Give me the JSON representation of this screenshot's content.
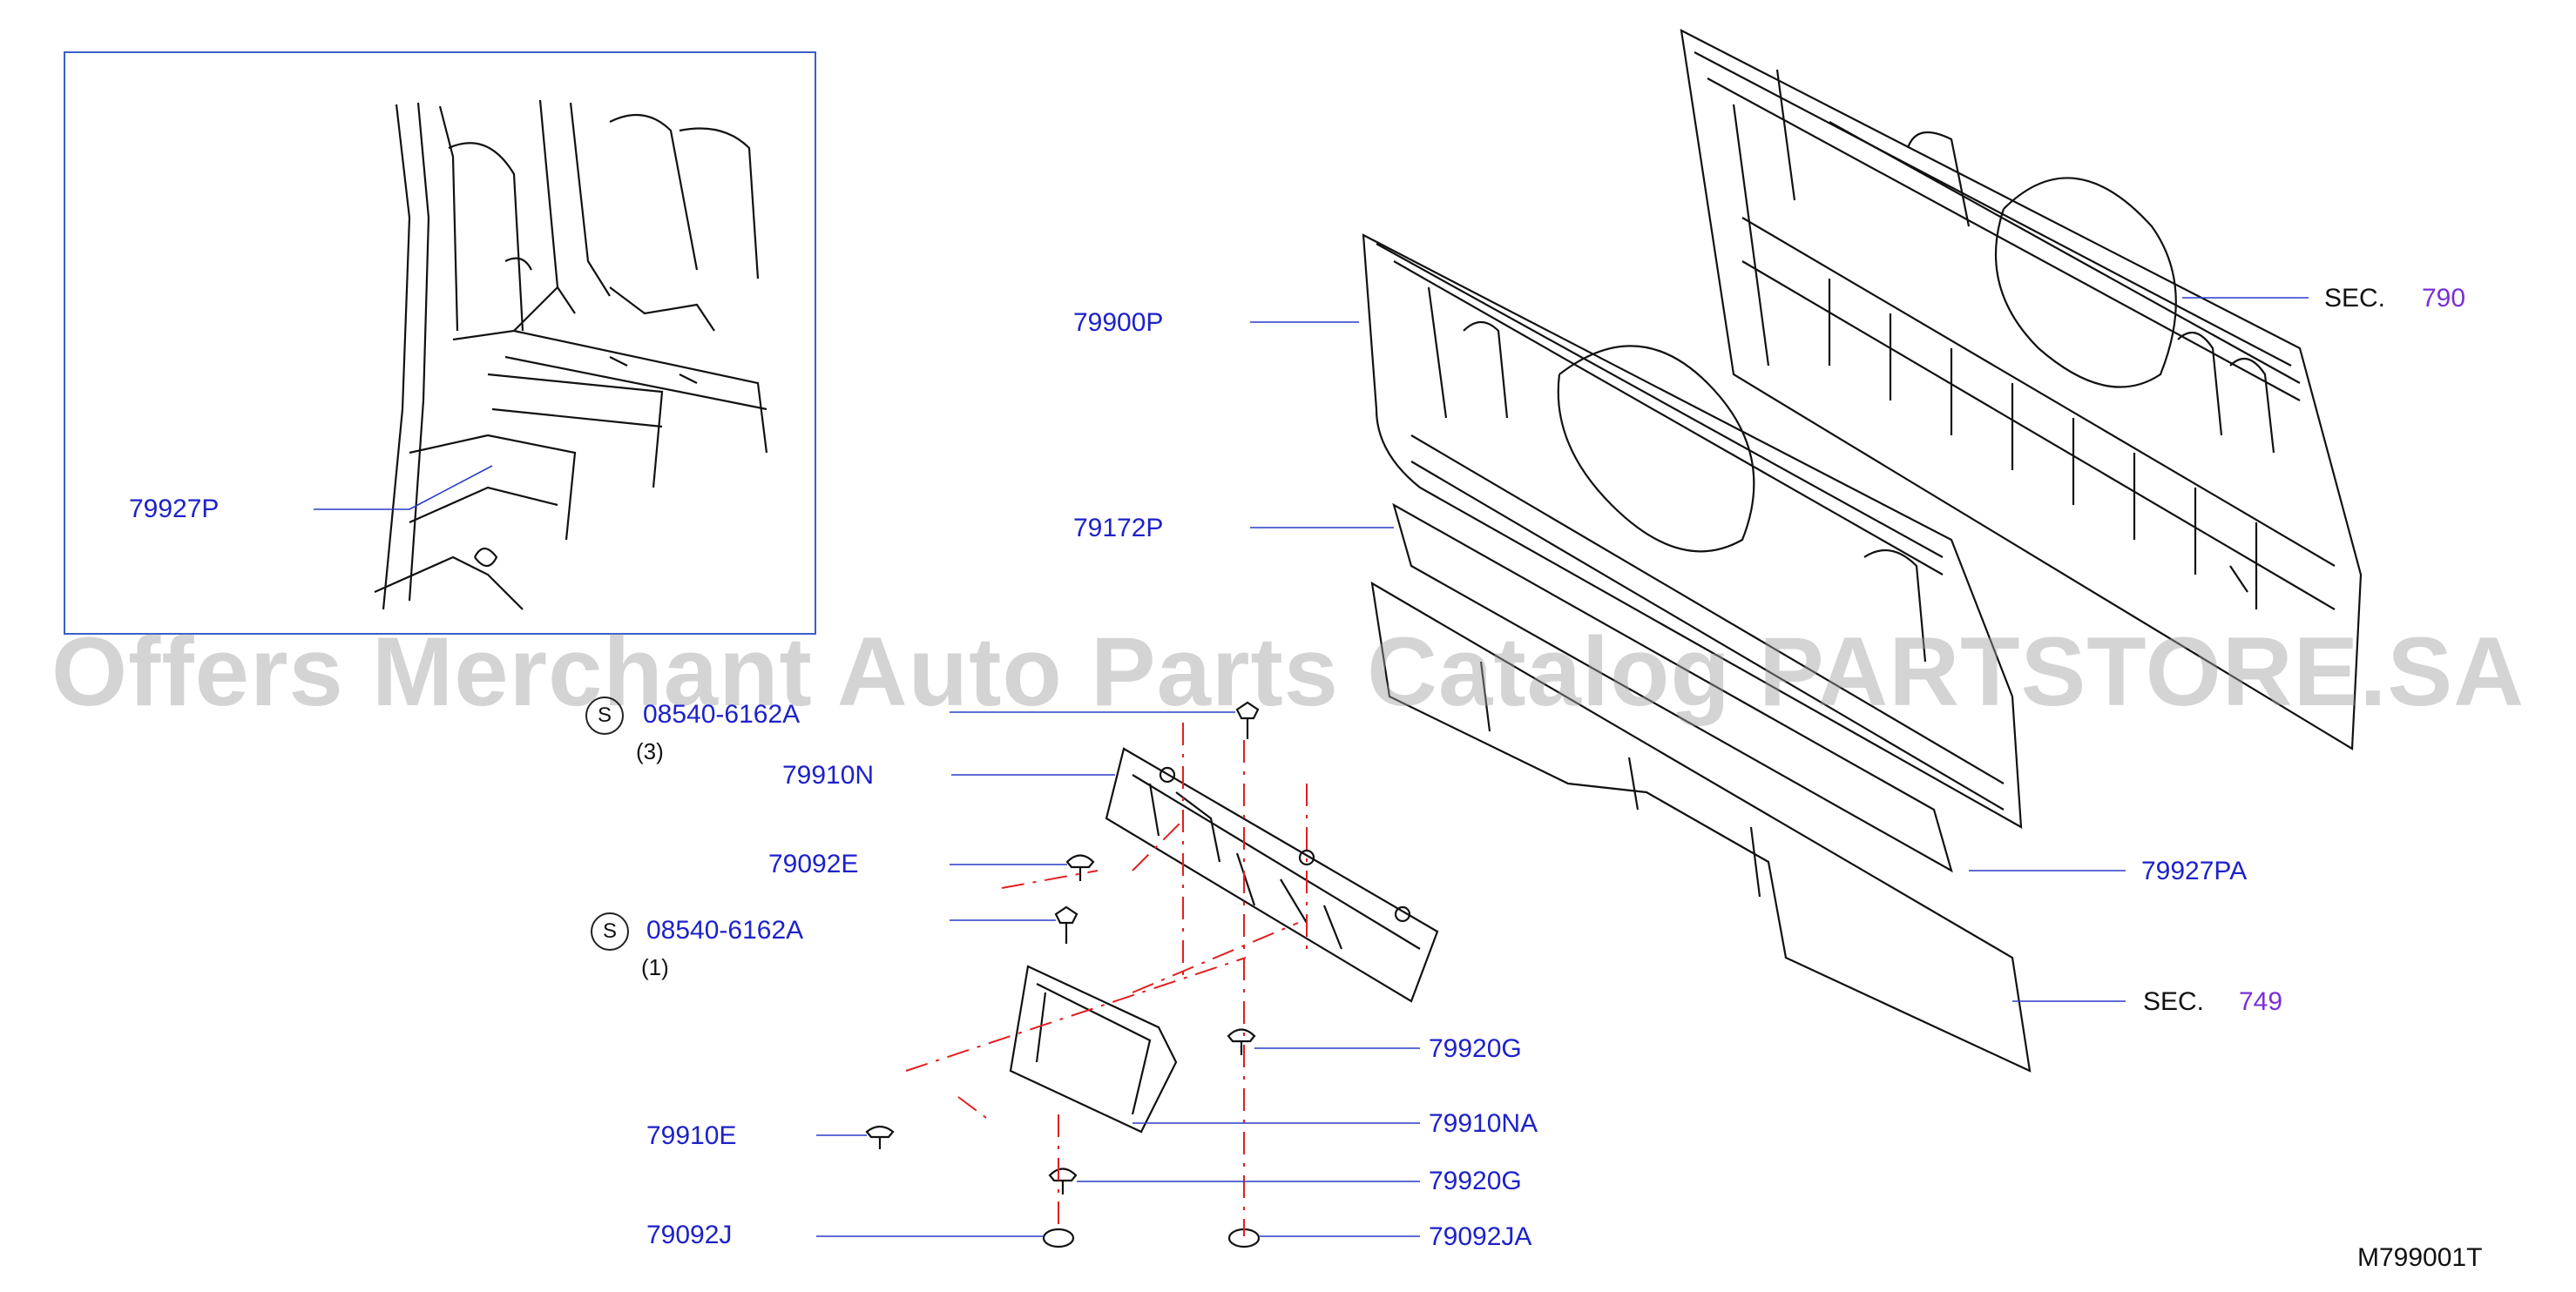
{
  "watermark": "Offers Merchant Auto Parts Catalog PARTSTORE.SA",
  "diagram_code": "M799001T",
  "standard_symbol": "S",
  "sections": [
    {
      "prefix": "SEC.",
      "number": "790"
    },
    {
      "prefix": "SEC.",
      "number": "749"
    }
  ],
  "parts": {
    "p79927P": "79927P",
    "p79900P": "79900P",
    "p79172P": "79172P",
    "p08540a": "08540-6162A",
    "p08540a_qty": "(3)",
    "p79910N": "79910N",
    "p79092E": "79092E",
    "p08540b": "08540-6162A",
    "p08540b_qty": "(1)",
    "p79927PA": "79927PA",
    "p79920G_a": "79920G",
    "p79910E": "79910E",
    "p79910NA": "79910NA",
    "p79920G_b": "79920G",
    "p79092J": "79092J",
    "p79092JA": "79092JA"
  },
  "colors": {
    "part_number": "#1d22c8",
    "section_number": "#7a2fd6",
    "leader_line": "#2a3cc8",
    "centerline": "#e02020",
    "inset_border": "#3a5fc8"
  }
}
